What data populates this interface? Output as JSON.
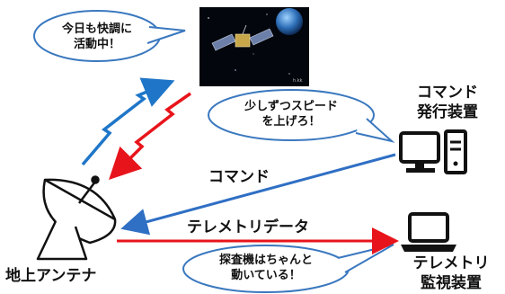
{
  "bubbles": {
    "satellite": {
      "line1": "今日も快調に",
      "line2": "活動中！"
    },
    "command": {
      "line1": "少しずつスピード",
      "line2": "を上げろ！"
    },
    "monitor": {
      "line1": "探査機はちゃんと",
      "line2": "動いている！"
    }
  },
  "labels": {
    "command_station": {
      "line1": "コマンド",
      "line2": "発行装置"
    },
    "command_flow": "コマンド",
    "telemetry_flow": "テレメトリデータ",
    "ground_antenna": "地上アンテナ",
    "telemetry_monitor": {
      "line1": "テレメトリ",
      "line2": "監視装置"
    }
  },
  "image_signature": "h.kk",
  "colors": {
    "downlink": "#e8141b",
    "uplink": "#1f76c8",
    "command_arrow": "#2f6fc4",
    "telemetry_arrow": "#e8141b",
    "bubble_stroke": "#3a78bf"
  }
}
